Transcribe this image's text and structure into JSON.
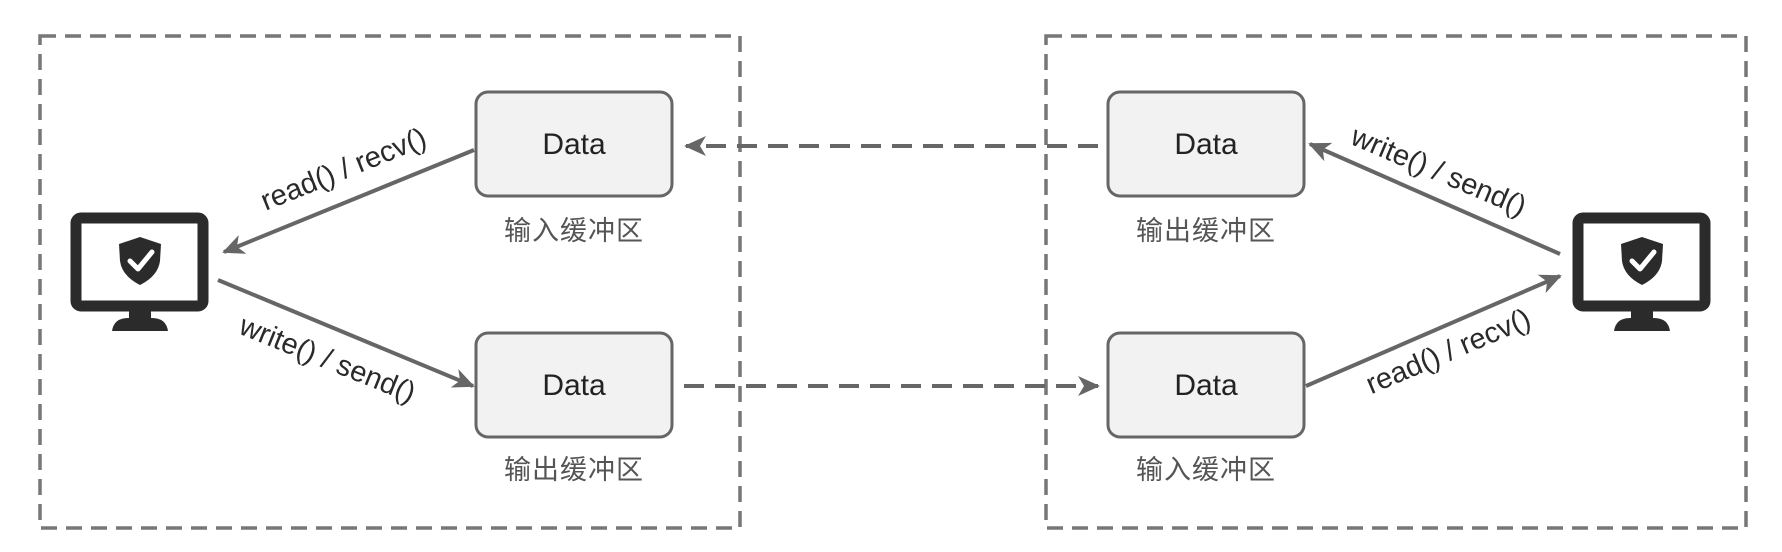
{
  "left_host": {
    "computer_icon": "shield-check-monitor-icon",
    "input_buffer": {
      "box_label": "Data",
      "caption": "输入缓冲区"
    },
    "output_buffer": {
      "box_label": "Data",
      "caption": "输出缓冲区"
    },
    "read_edge_label": "read() / recv()",
    "write_edge_label": "write() / send()"
  },
  "right_host": {
    "computer_icon": "shield-check-monitor-icon",
    "output_buffer": {
      "box_label": "Data",
      "caption": "输出缓冲区"
    },
    "input_buffer": {
      "box_label": "Data",
      "caption": "输入缓冲区"
    },
    "write_edge_label": "write() / send()",
    "read_edge_label": "read() / recv()"
  },
  "colors": {
    "border": "#777777",
    "box_fill": "#f2f2f2",
    "arrow": "#666666",
    "icon": "#2b2b2b"
  }
}
